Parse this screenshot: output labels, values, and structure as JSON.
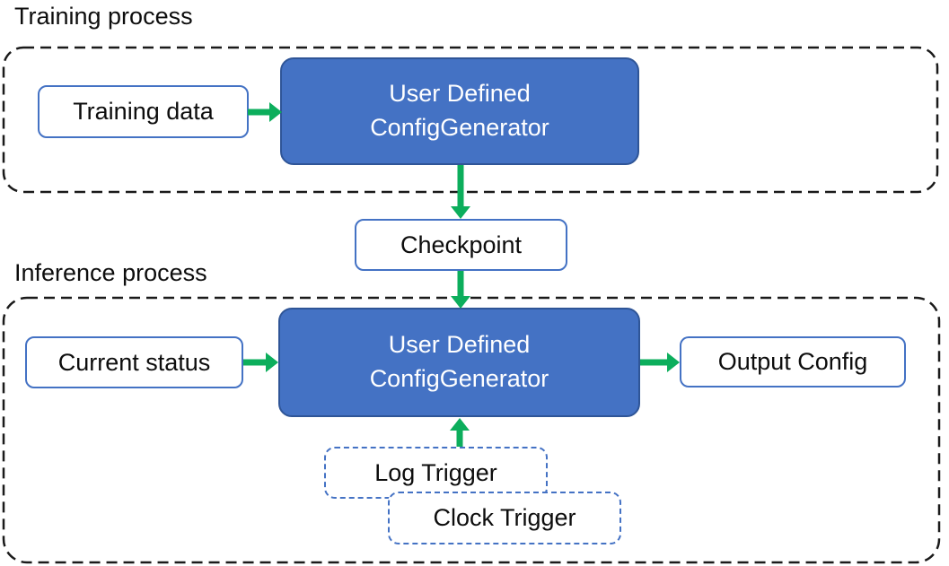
{
  "colors": {
    "arrow-green": "#0CAE5C",
    "node-blue-fill": "#4472C4",
    "node-blue-border": "#2F5597",
    "box-border-blue": "#4472C4",
    "container-dash": "#1a1a1a",
    "text-dark": "#0d0d0d",
    "text-light": "#ffffff"
  },
  "training": {
    "title": "Training process",
    "input_label": "Training data",
    "generator_label": "User Defined\nConfigGenerator"
  },
  "checkpoint_label": "Checkpoint",
  "inference": {
    "title": "Inference process",
    "input_label": "Current status",
    "generator_label": "User Defined\nConfigGenerator",
    "output_label": "Output Config",
    "trigger_labels": [
      "Log Trigger",
      "Clock Trigger"
    ]
  }
}
